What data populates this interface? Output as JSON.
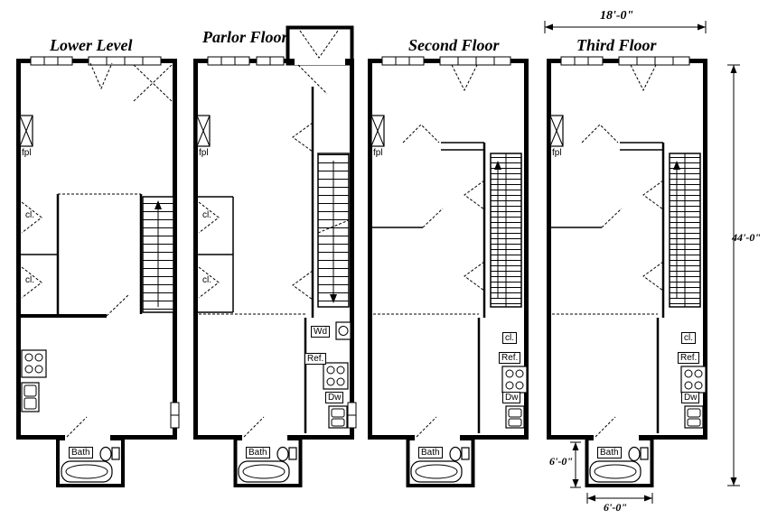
{
  "plans": [
    {
      "title": "Lower Level",
      "fpl": "fpl",
      "cl1": "cl.",
      "cl2": "cl.",
      "bath": "Bath"
    },
    {
      "title": "Parlor Floor",
      "fpl": "fpl",
      "cl1": "cl.",
      "cl2": "cl.",
      "wd": "Wd",
      "ref": "Ref.",
      "dw": "Dw",
      "bath": "Bath"
    },
    {
      "title": "Second Floor",
      "fpl": "fpl",
      "cl": "cl.",
      "ref": "Ref.",
      "dw": "Dw",
      "bath": "Bath"
    },
    {
      "title": "Third Floor",
      "fpl": "fpl",
      "cl": "cl.",
      "ref": "Ref.",
      "dw": "Dw",
      "bath": "Bath"
    }
  ],
  "dimensions": {
    "overall_width": "18'-0\"",
    "overall_depth": "44'-0\"",
    "bath_depth": "6'-0\"",
    "bath_width": "6'-0\""
  }
}
